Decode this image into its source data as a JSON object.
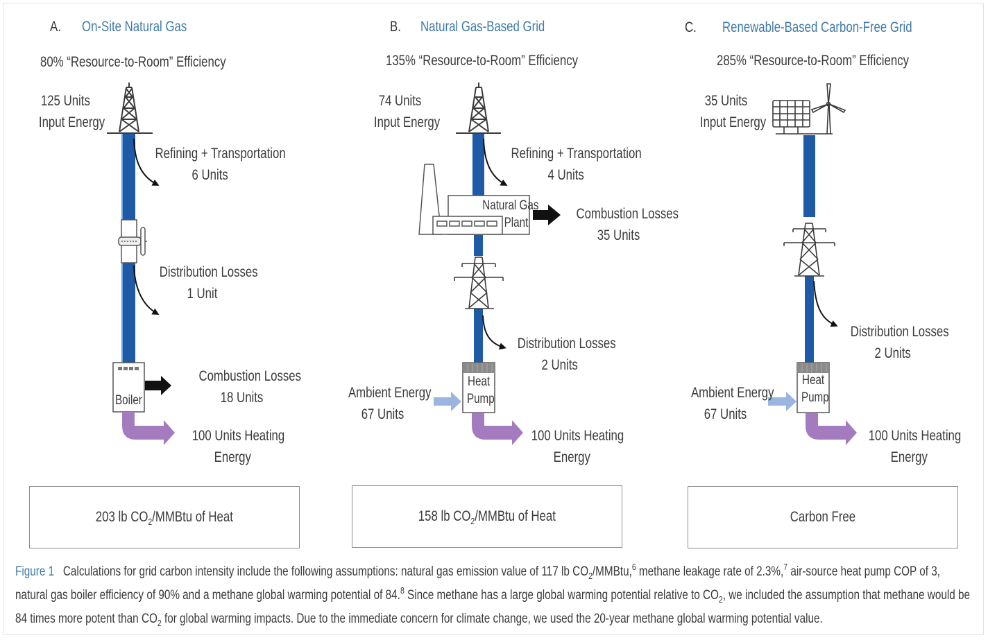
{
  "colors": {
    "pipe_blue": "#1f5aa6",
    "heat_purple": "#a57bc0",
    "ambient_blue": "#9ab6e0",
    "title_blue": "#3f7aa8",
    "loss_black": "#111111"
  },
  "panels": [
    {
      "letter": "A.",
      "title": "On-Site Natural Gas",
      "efficiency": "80% “Resource-to-Room” Efficiency",
      "input": {
        "line1": "125 Units",
        "line2": "Input Energy",
        "source_icon": "oil-derrick-icon"
      },
      "losses": [
        {
          "line1": "Refining + Transportation",
          "line2": "6 Units"
        },
        {
          "line1": "Distribution Losses",
          "line2": "1 Unit"
        },
        {
          "line1": "Combustion Losses",
          "line2": "18 Units"
        }
      ],
      "equipment": [
        "gas-valve-icon",
        "boiler-icon"
      ],
      "device_label": "Boiler",
      "output": {
        "line1": "100 Units Heating",
        "line2": "Energy"
      },
      "carbon": {
        "value": "203 lb CO",
        "sub": "2",
        "unit": "/MMBtu of Heat"
      }
    },
    {
      "letter": "B.",
      "title": "Natural Gas-Based Grid",
      "efficiency": "135% “Resource-to-Room” Efficiency",
      "input": {
        "line1": "74 Units",
        "line2": "Input Energy",
        "source_icon": "oil-derrick-icon"
      },
      "losses": [
        {
          "line1": "Refining + Transportation",
          "line2": "4 Units"
        },
        {
          "line1": "Combustion Losses",
          "line2": "35 Units"
        },
        {
          "line1": "Distribution Losses",
          "line2": "2 Units"
        }
      ],
      "plant_label": {
        "line1": "Natural Gas",
        "line2": "Plant"
      },
      "device_label": {
        "line1": "Heat",
        "line2": "Pump"
      },
      "ambient": {
        "line1": "Ambient Energy",
        "line2": "67 Units"
      },
      "output": {
        "line1": "100 Units Heating",
        "line2": "Energy"
      },
      "carbon": {
        "value": "158 lb CO",
        "sub": "2",
        "unit": "/MMBtu of Heat"
      }
    },
    {
      "letter": "C.",
      "title": "Renewable-Based Carbon-Free Grid",
      "efficiency": "285% “Resource-to-Room” Efficiency",
      "input": {
        "line1": "35 Units",
        "line2": "Input Energy",
        "source_icon": "solar-wind-icon"
      },
      "losses": [
        {
          "line1": "Distribution Losses",
          "line2": "2 Units"
        }
      ],
      "device_label": {
        "line1": "Heat",
        "line2": "Pump"
      },
      "ambient": {
        "line1": "Ambient Energy",
        "line2": "67 Units"
      },
      "output": {
        "line1": "100 Units Heating",
        "line2": "Energy"
      },
      "carbon": {
        "value": "Carbon Free"
      }
    }
  ],
  "caption": {
    "label": "Figure 1",
    "p1": "Calculations for grid carbon intensity include the following assumptions: natural gas emission value of 117 lb CO",
    "p1_sub": "2",
    "p2": "/MMBtu,",
    "sup6": "6",
    "p3": " methane leakage rate of 2.3%,",
    "sup7": "7",
    "p4": " air-source heat pump COP of 3, natural gas boiler efficiency of 90% and a methane global warming potential of 84.",
    "sup8": "8",
    "p5": " Since methane has a large global warming potential relative to CO",
    "p5_sub": "2",
    "p6": ", we included the assumption that methane would be 84 times more potent than CO",
    "p6_sub": "2",
    "p7": " for global warming impacts. Due to the immediate concern for climate change, we used the 20-year methane global warming potential value."
  }
}
